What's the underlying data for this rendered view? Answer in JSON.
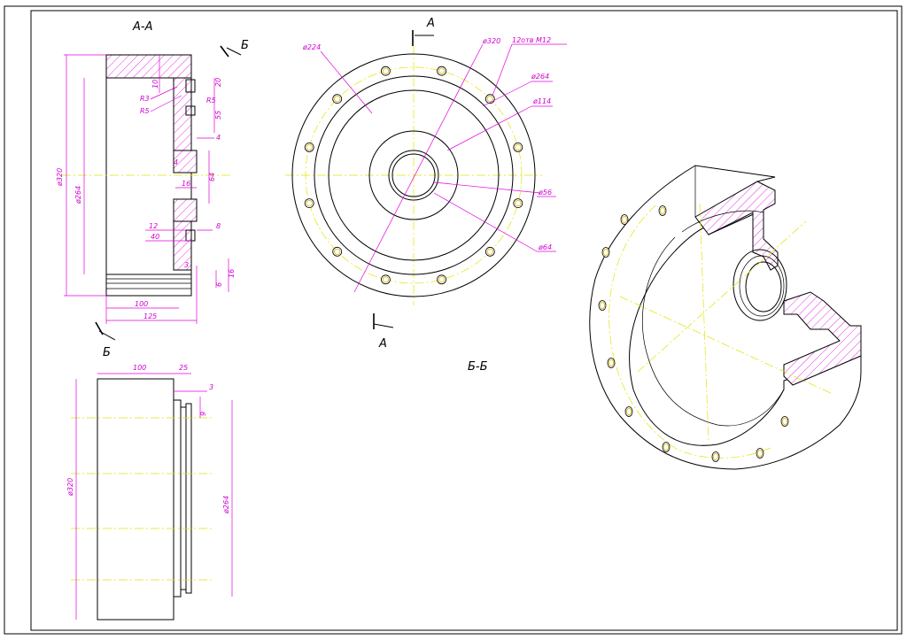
{
  "labels": {
    "section_aa": "А-А",
    "section_bb": "Б-Б",
    "cut_a_top": "А",
    "cut_a_bottom": "А",
    "cut_b_top": "Б",
    "cut_b_bottom": "Б"
  },
  "section_view_dims": {
    "dia_outer": "ø320",
    "dia_inner": "ø264",
    "r3": "R3",
    "r5_left": "R5",
    "r5_right": "R5",
    "d10": "10",
    "d20": "20",
    "d55": "55",
    "d4_top": "4",
    "d4_mid": "4",
    "d64": "64",
    "d16": "16",
    "d12": "12",
    "d40": "40",
    "d8": "8",
    "d3": "3",
    "d6": "6",
    "d16_small": "16",
    "len100": "100",
    "len125": "125"
  },
  "front_view_dims": {
    "dia224": "ø224",
    "dia320": "ø320",
    "holes": "12отв M12",
    "dia264": "ø264",
    "dia114": "ø114",
    "dia56": "ø56",
    "dia64": "ø64"
  },
  "side_view_dims": {
    "len100": "100",
    "len25": "25",
    "d3": "3",
    "d9": "9",
    "dia320": "ø320",
    "dia264": "ø264"
  },
  "colors": {
    "dimension": "#e000e0",
    "centerline": "#e4e400",
    "outline": "#000000",
    "hatch": "#e000e0"
  }
}
